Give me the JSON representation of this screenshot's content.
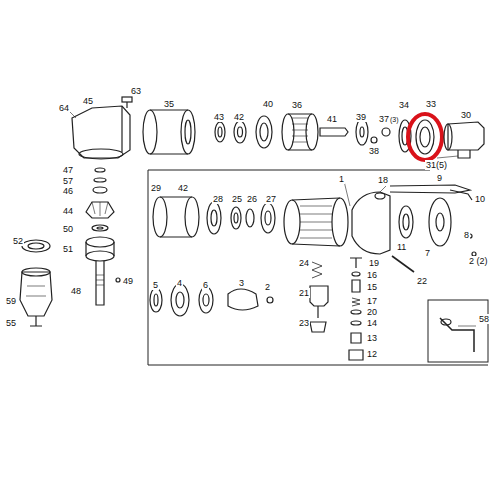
{
  "diagram": {
    "labels": [
      "64",
      "45",
      "63",
      "35",
      "43",
      "42",
      "40",
      "36",
      "41",
      "39",
      "37",
      "(3)",
      "34",
      "33",
      "30",
      "38",
      "31(5)",
      "9",
      "47",
      "57",
      "46",
      "44",
      "50",
      "51",
      "29",
      "42",
      "28",
      "25",
      "26",
      "27",
      "1",
      "18",
      "10",
      "11",
      "7",
      "8",
      "2 (2)",
      "52",
      "49",
      "48",
      "59",
      "55",
      "5",
      "4",
      "6",
      "3",
      "2",
      "24",
      "22",
      "19",
      "16",
      "21",
      "15",
      "17",
      "20",
      "14",
      "13",
      "12",
      "23",
      "58"
    ]
  }
}
